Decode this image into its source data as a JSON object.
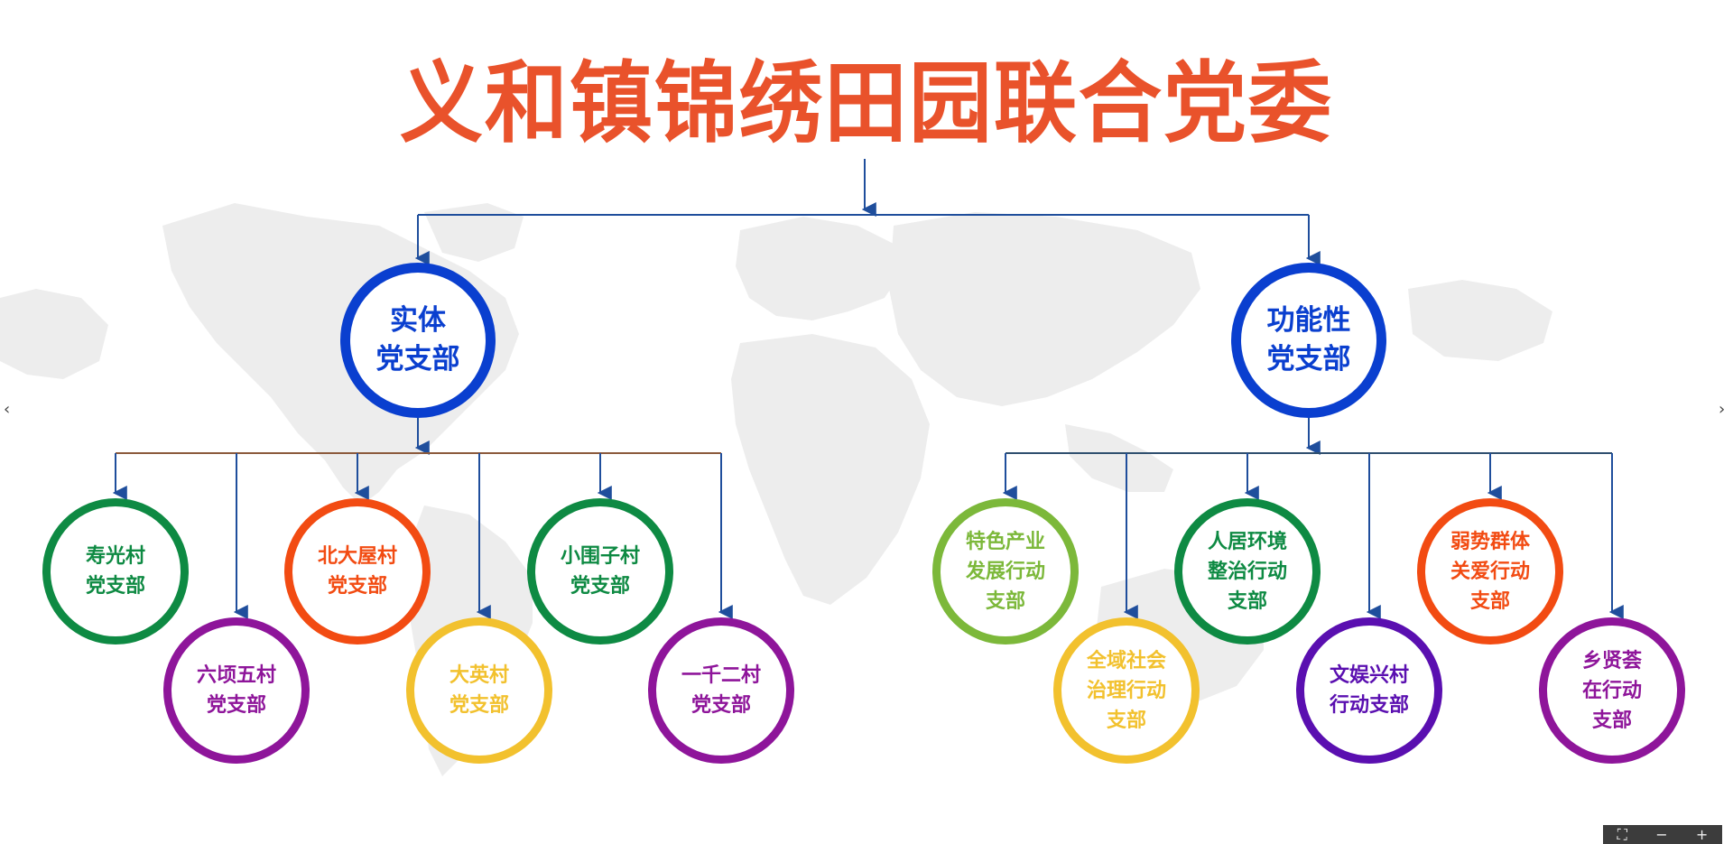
{
  "title": "义和镇锦绣田园联合党委",
  "colors": {
    "title": "#E9522B",
    "connector": "#1F4E9C",
    "hline_left": "#8C5A3C",
    "hline_right": "#2F4F6F",
    "map": "#EDEDED"
  },
  "tier2": [
    {
      "label": "实体\n党支部",
      "color": "#0A3FCF"
    },
    {
      "label": "功能性\n党支部",
      "color": "#0A3FCF"
    }
  ],
  "tier3_left": [
    {
      "label": "寿光村\n党支部",
      "color": "#0E8A43"
    },
    {
      "label": "六顷五村\n党支部",
      "color": "#8E159A"
    },
    {
      "label": "北大屋村\n党支部",
      "color": "#F24B12"
    },
    {
      "label": "大英村\n党支部",
      "color": "#F2C12E"
    },
    {
      "label": "小围子村\n党支部",
      "color": "#0E8A43"
    },
    {
      "label": "一千二村\n党支部",
      "color": "#8E159A"
    }
  ],
  "tier3_right": [
    {
      "label": "特色产业\n发展行动\n支部",
      "color": "#7CB83A"
    },
    {
      "label": "全域社会\n治理行动\n支部",
      "color": "#F2C12E"
    },
    {
      "label": "人居环境\n整治行动\n支部",
      "color": "#0E8A43"
    },
    {
      "label": "文娱兴村\n行动支部",
      "color": "#5A0FB0"
    },
    {
      "label": "弱势群体\n关爱行动\n支部",
      "color": "#F24B12"
    },
    {
      "label": "乡贤荟\n在行动\n支部",
      "color": "#8E159A"
    }
  ],
  "nav": {
    "prev_icon": "chevron-left-icon",
    "next_icon": "chevron-right-icon",
    "prev_glyph": "‹",
    "next_glyph": "›"
  },
  "zoom": {
    "fit_glyph": "⛶",
    "minus_glyph": "−",
    "plus_glyph": "+"
  }
}
